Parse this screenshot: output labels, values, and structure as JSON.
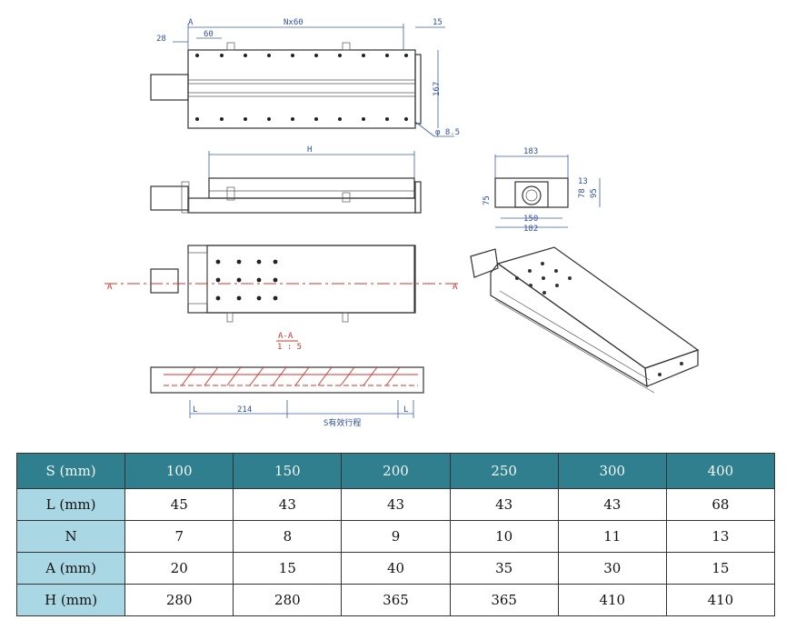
{
  "drawing": {
    "dims": {
      "a": "A",
      "nx60": "Nx60",
      "d15": "15",
      "d28": "28",
      "d60": "60",
      "d167": "167",
      "phi85": "φ 8.5",
      "h": "H",
      "d183": "183",
      "d150": "150",
      "d182": "182",
      "d75": "75",
      "d78": "78",
      "d95": "95",
      "d13": "13",
      "d214": "214",
      "l": "L",
      "stroke": "S有效行程"
    },
    "section": {
      "name": "A-A",
      "scale": "1 : 5",
      "mark_left": "A",
      "mark_right": "A"
    }
  },
  "table": {
    "header": {
      "label": "S (mm)",
      "values": [
        "100",
        "150",
        "200",
        "250",
        "300",
        "400"
      ]
    },
    "rows": [
      {
        "label": "L (mm)",
        "values": [
          "45",
          "43",
          "43",
          "43",
          "43",
          "68"
        ]
      },
      {
        "label": "N",
        "values": [
          "7",
          "8",
          "9",
          "10",
          "11",
          "13"
        ]
      },
      {
        "label": "A (mm)",
        "values": [
          "20",
          "15",
          "40",
          "35",
          "30",
          "15"
        ]
      },
      {
        "label": "H (mm)",
        "values": [
          "280",
          "280",
          "365",
          "365",
          "410",
          "410"
        ]
      }
    ],
    "colors": {
      "header_bg": "#2f7f8f",
      "label_bg": "#a9d8e4",
      "border": "#333333"
    }
  }
}
